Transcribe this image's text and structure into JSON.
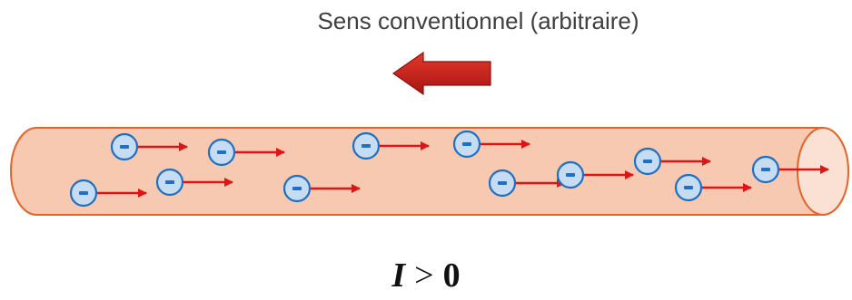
{
  "caption": "Sens conventionnel (arbitraire)",
  "formula": {
    "variable": "I",
    "operator": ">",
    "value": "0"
  },
  "electron": {
    "sign": "−"
  },
  "colors": {
    "conductor_fill": "#f7c9b0",
    "conductor_stroke": "#e2642a",
    "electron_fill": "#c6dcf3",
    "electron_stroke": "#1f6fc4",
    "velocity_arrow": "#e01414",
    "current_arrow": "#cc1a1a",
    "caption_text": "#404040"
  }
}
